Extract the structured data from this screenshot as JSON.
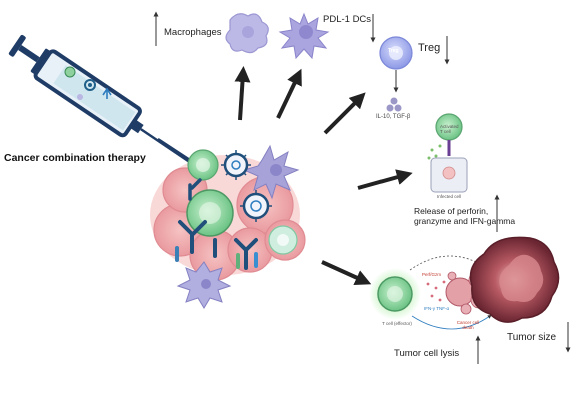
{
  "labels": {
    "therapy": "Cancer combination therapy",
    "macrophages": "Macrophages",
    "pdl1_dcs": "PDL-1 DCs",
    "treg": "Treg",
    "treg_cell": "Treg",
    "cytokines": "IL-10, TGF-β",
    "release": "Release of perforin, granzyme  and IFN-gamma",
    "tumor_cell_lysis": "Tumor cell lysis",
    "tumor_size": "Tumor size",
    "t_cell_effector": "T cell (effector)",
    "cancer_cell_death": "Cancer cell death",
    "activated_t": "Activated T cell",
    "infected_cell": "Infected cell",
    "perforin_granzyme": "Perf/Gzm",
    "ifn": "IFN-γ TNF-α"
  },
  "trends": {
    "macrophages": "up",
    "pdl1_dcs": "down",
    "treg": "down",
    "release": "up",
    "tumor_cell_lysis": "up",
    "tumor_size": "down"
  },
  "colors": {
    "macrophage": "#b9b6e3",
    "tumor": "#f3b4b4",
    "tcell": "#8fd19e",
    "treg": "#a9b4ee",
    "syringe": "#1f3c66",
    "arrow": "#222222",
    "tumor_mass": "#7a2f3c"
  }
}
